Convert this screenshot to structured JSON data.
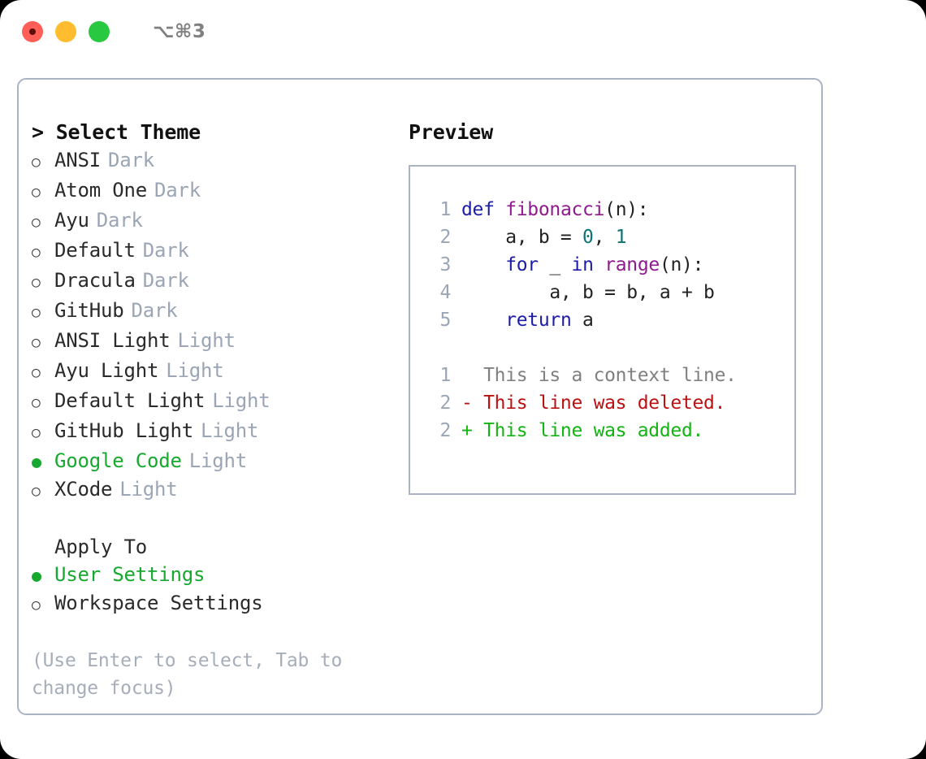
{
  "titlebar": {
    "traffic_lights": [
      "close",
      "minimize",
      "maximize"
    ],
    "shortcut": "⌥⌘3"
  },
  "theme_list": {
    "header": "> Select Theme",
    "items": [
      {
        "bullet": "○",
        "name": "ANSI",
        "kind": "Dark",
        "selected": false
      },
      {
        "bullet": "○",
        "name": "Atom One",
        "kind": "Dark",
        "selected": false
      },
      {
        "bullet": "○",
        "name": "Ayu",
        "kind": "Dark",
        "selected": false
      },
      {
        "bullet": "○",
        "name": "Default",
        "kind": "Dark",
        "selected": false
      },
      {
        "bullet": "○",
        "name": "Dracula",
        "kind": "Dark",
        "selected": false
      },
      {
        "bullet": "○",
        "name": "GitHub",
        "kind": "Dark",
        "selected": false
      },
      {
        "bullet": "○",
        "name": "ANSI Light",
        "kind": "Light",
        "selected": false
      },
      {
        "bullet": "○",
        "name": "Ayu Light",
        "kind": "Light",
        "selected": false
      },
      {
        "bullet": "○",
        "name": "Default Light",
        "kind": "Light",
        "selected": false
      },
      {
        "bullet": "○",
        "name": "GitHub Light",
        "kind": "Light",
        "selected": false
      },
      {
        "bullet": "●",
        "name": "Google Code",
        "kind": "Light",
        "selected": true
      },
      {
        "bullet": "○",
        "name": "XCode",
        "kind": "Light",
        "selected": false
      }
    ]
  },
  "apply_to": {
    "header": "Apply To",
    "items": [
      {
        "bullet": "●",
        "name": "User Settings",
        "selected": true
      },
      {
        "bullet": "○",
        "name": "Workspace Settings",
        "selected": false
      }
    ]
  },
  "hint": "(Use Enter to select, Tab to change focus)",
  "preview": {
    "title": "Preview",
    "code_lines": [
      {
        "lineno": "1",
        "tokens": [
          {
            "text": "def ",
            "type": "kw"
          },
          {
            "text": "fibonacci",
            "type": "fn"
          },
          {
            "text": "(n):",
            "type": "plain"
          }
        ]
      },
      {
        "lineno": "2",
        "tokens": [
          {
            "text": "    a, b = ",
            "type": "plain"
          },
          {
            "text": "0",
            "type": "num"
          },
          {
            "text": ", ",
            "type": "plain"
          },
          {
            "text": "1",
            "type": "num"
          }
        ]
      },
      {
        "lineno": "3",
        "tokens": [
          {
            "text": "    ",
            "type": "plain"
          },
          {
            "text": "for",
            "type": "kw"
          },
          {
            "text": " _ ",
            "type": "plain"
          },
          {
            "text": "in",
            "type": "kw"
          },
          {
            "text": " ",
            "type": "plain"
          },
          {
            "text": "range",
            "type": "fn"
          },
          {
            "text": "(n):",
            "type": "plain"
          }
        ]
      },
      {
        "lineno": "4",
        "tokens": [
          {
            "text": "        a, b = b, a + b",
            "type": "plain"
          }
        ]
      },
      {
        "lineno": "5",
        "tokens": [
          {
            "text": "    ",
            "type": "plain"
          },
          {
            "text": "return",
            "type": "kw"
          },
          {
            "text": " a",
            "type": "plain"
          }
        ]
      }
    ],
    "diff_lines": [
      {
        "lineno": "1",
        "marker": " ",
        "text": "  This is a context line.",
        "kind": "context"
      },
      {
        "lineno": "2",
        "marker": "-",
        "text": "- This line was deleted.",
        "kind": "del"
      },
      {
        "lineno": "2",
        "marker": "+",
        "text": "+ This line was added.",
        "kind": "add"
      }
    ]
  },
  "colors": {
    "accent_green": "#17a92f",
    "border": "#aab4c4",
    "muted": "#9aa5b5",
    "keyword": "#1c1ca8",
    "function": "#8f1a8f",
    "number": "#0d7373",
    "diff_delete": "#bb1111",
    "diff_add": "#12b312",
    "diff_context": "#808080",
    "traffic_close": "#ff5f57",
    "traffic_min": "#febc2e",
    "traffic_max": "#28c840"
  }
}
